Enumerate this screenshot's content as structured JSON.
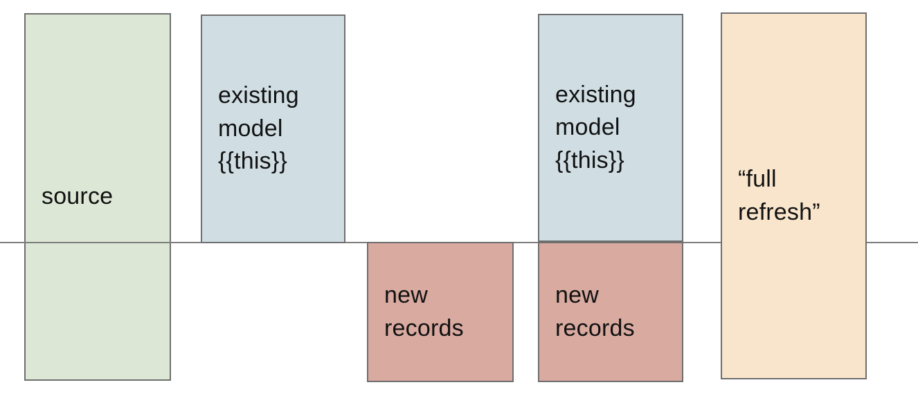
{
  "diagram": {
    "description": "incremental model build diagram",
    "colors": {
      "background": "#ffffff",
      "box_border": "#6e6e6e",
      "divider_line": "#7d7d7d",
      "text": "#111111",
      "source_fill": "#dce7d5",
      "existing_model_fill": "#d0dee4",
      "new_records_fill": "#d8aaa0",
      "full_refresh_fill": "#f8e5cc"
    },
    "boxes": {
      "source": {
        "label": "source"
      },
      "existing_model_1": {
        "label": "existing\nmodel\n{{this}}"
      },
      "new_records_1": {
        "label": "new\nrecords"
      },
      "existing_model_2": {
        "label": "existing\nmodel\n{{this}}"
      },
      "new_records_2": {
        "label": "new\nrecords"
      },
      "full_refresh": {
        "label": "“full\nrefresh”"
      }
    }
  }
}
